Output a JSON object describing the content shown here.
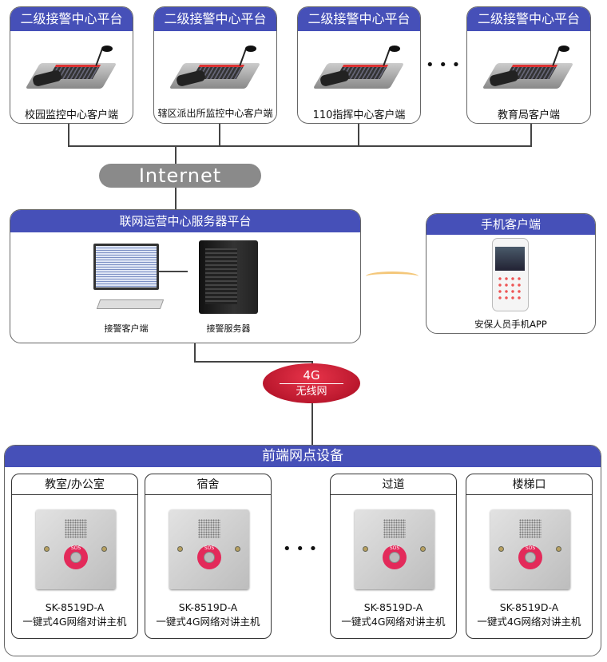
{
  "top_platforms": [
    {
      "header": "二级接警中心平台",
      "caption": "校园监控中心客户端"
    },
    {
      "header": "二级接警中心平台",
      "caption": "辖区派出所监控中心客户端"
    },
    {
      "header": "二级接警中心平台",
      "caption": "110指挥中心客户端"
    },
    {
      "header": "二级接警中心平台",
      "caption": "教育局客户端"
    }
  ],
  "ellipsis": "• • •",
  "internet": "Internet",
  "server_platform": {
    "header": "联网运营中心服务器平台",
    "client_label": "接警客户端",
    "server_label": "接警服务器"
  },
  "mobile": {
    "header": "手机客户端",
    "caption": "安保人员手机APP"
  },
  "wireless": {
    "line1": "4G",
    "line2": "无线网"
  },
  "front_end": {
    "header": "前端网点设备",
    "devices": [
      {
        "location": "教室/办公室",
        "model": "SK-8519D-A",
        "desc": "一键式4G网络对讲主机"
      },
      {
        "location": "宿舍",
        "model": "SK-8519D-A",
        "desc": "一键式4G网络对讲主机"
      },
      {
        "location": "过道",
        "model": "SK-8519D-A",
        "desc": "一键式4G网络对讲主机"
      },
      {
        "location": "楼梯口",
        "model": "SK-8519D-A",
        "desc": "一键式4G网络对讲主机"
      }
    ],
    "sos_label": "SOS"
  },
  "colors": {
    "header_blue": "#4650b8",
    "internet_gray": "#8a8a8a",
    "wireless_red": "#c8102e"
  }
}
